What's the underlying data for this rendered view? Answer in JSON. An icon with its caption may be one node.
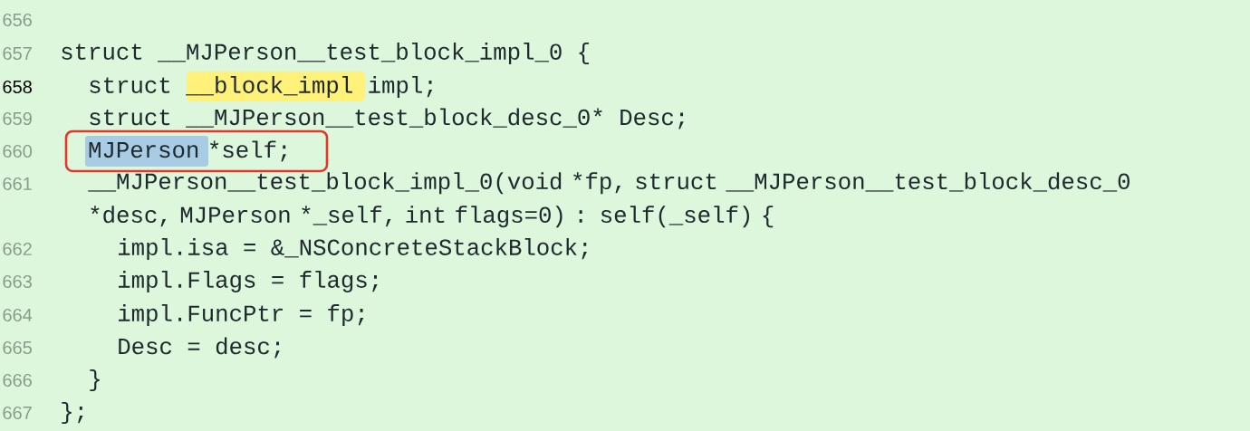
{
  "diagram": {
    "nodes": [
      {
        "text": [
          "MJPerson *self;"
        ]
      }
    ],
    "labels": [
      "656",
      "657",
      "struct __MJPerson__test_block_impl_0 {",
      "658",
      "struct __block_impl impl;",
      "659",
      "struct __MJPerson__test_block_desc_0* Desc;",
      "660",
      "661",
      "__MJPerson__test_block_impl_0(void *fp, struct __MJPerson__test_block_desc_0 *desc, MJPerson *_self, int flags=0) : self(_self) {",
      "662",
      "impl.isa = &_NSConcreteStackBlock;",
      "663",
      "impl.Flags = flags;",
      "664",
      "impl.FuncPtr = fp;",
      "665",
      "Desc = desc;",
      "666",
      "}",
      "667",
      "};"
    ]
  }
}
